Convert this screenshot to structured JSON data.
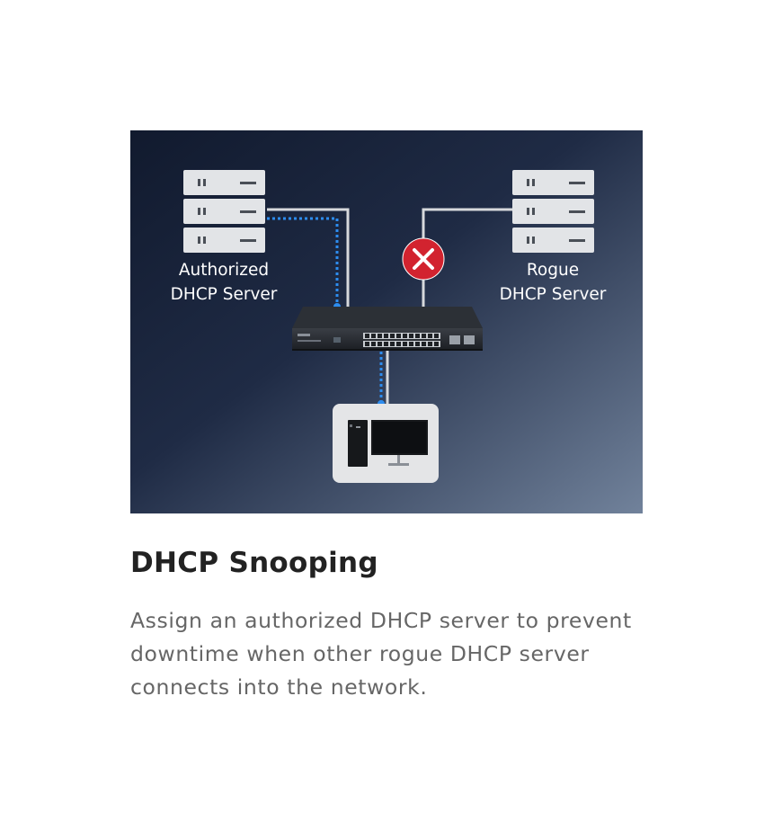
{
  "diagram": {
    "authorized_server": {
      "line1": "Authorized",
      "line2": "DHCP Server"
    },
    "rogue_server": {
      "line1": "Rogue",
      "line2": "DHCP Server"
    },
    "blocked_marker": "x-icon",
    "colors": {
      "background_top": "#161f33",
      "background_bottom": "#6e7f98",
      "server": "#e2e4e7",
      "dotted_link": "#2d8df0",
      "blocked": "#d2232f",
      "cable": "#d7d9dc"
    }
  },
  "feature": {
    "title": "DHCP Snooping",
    "description": "Assign an authorized DHCP server to prevent downtime when other rogue DHCP server connects into the network."
  }
}
